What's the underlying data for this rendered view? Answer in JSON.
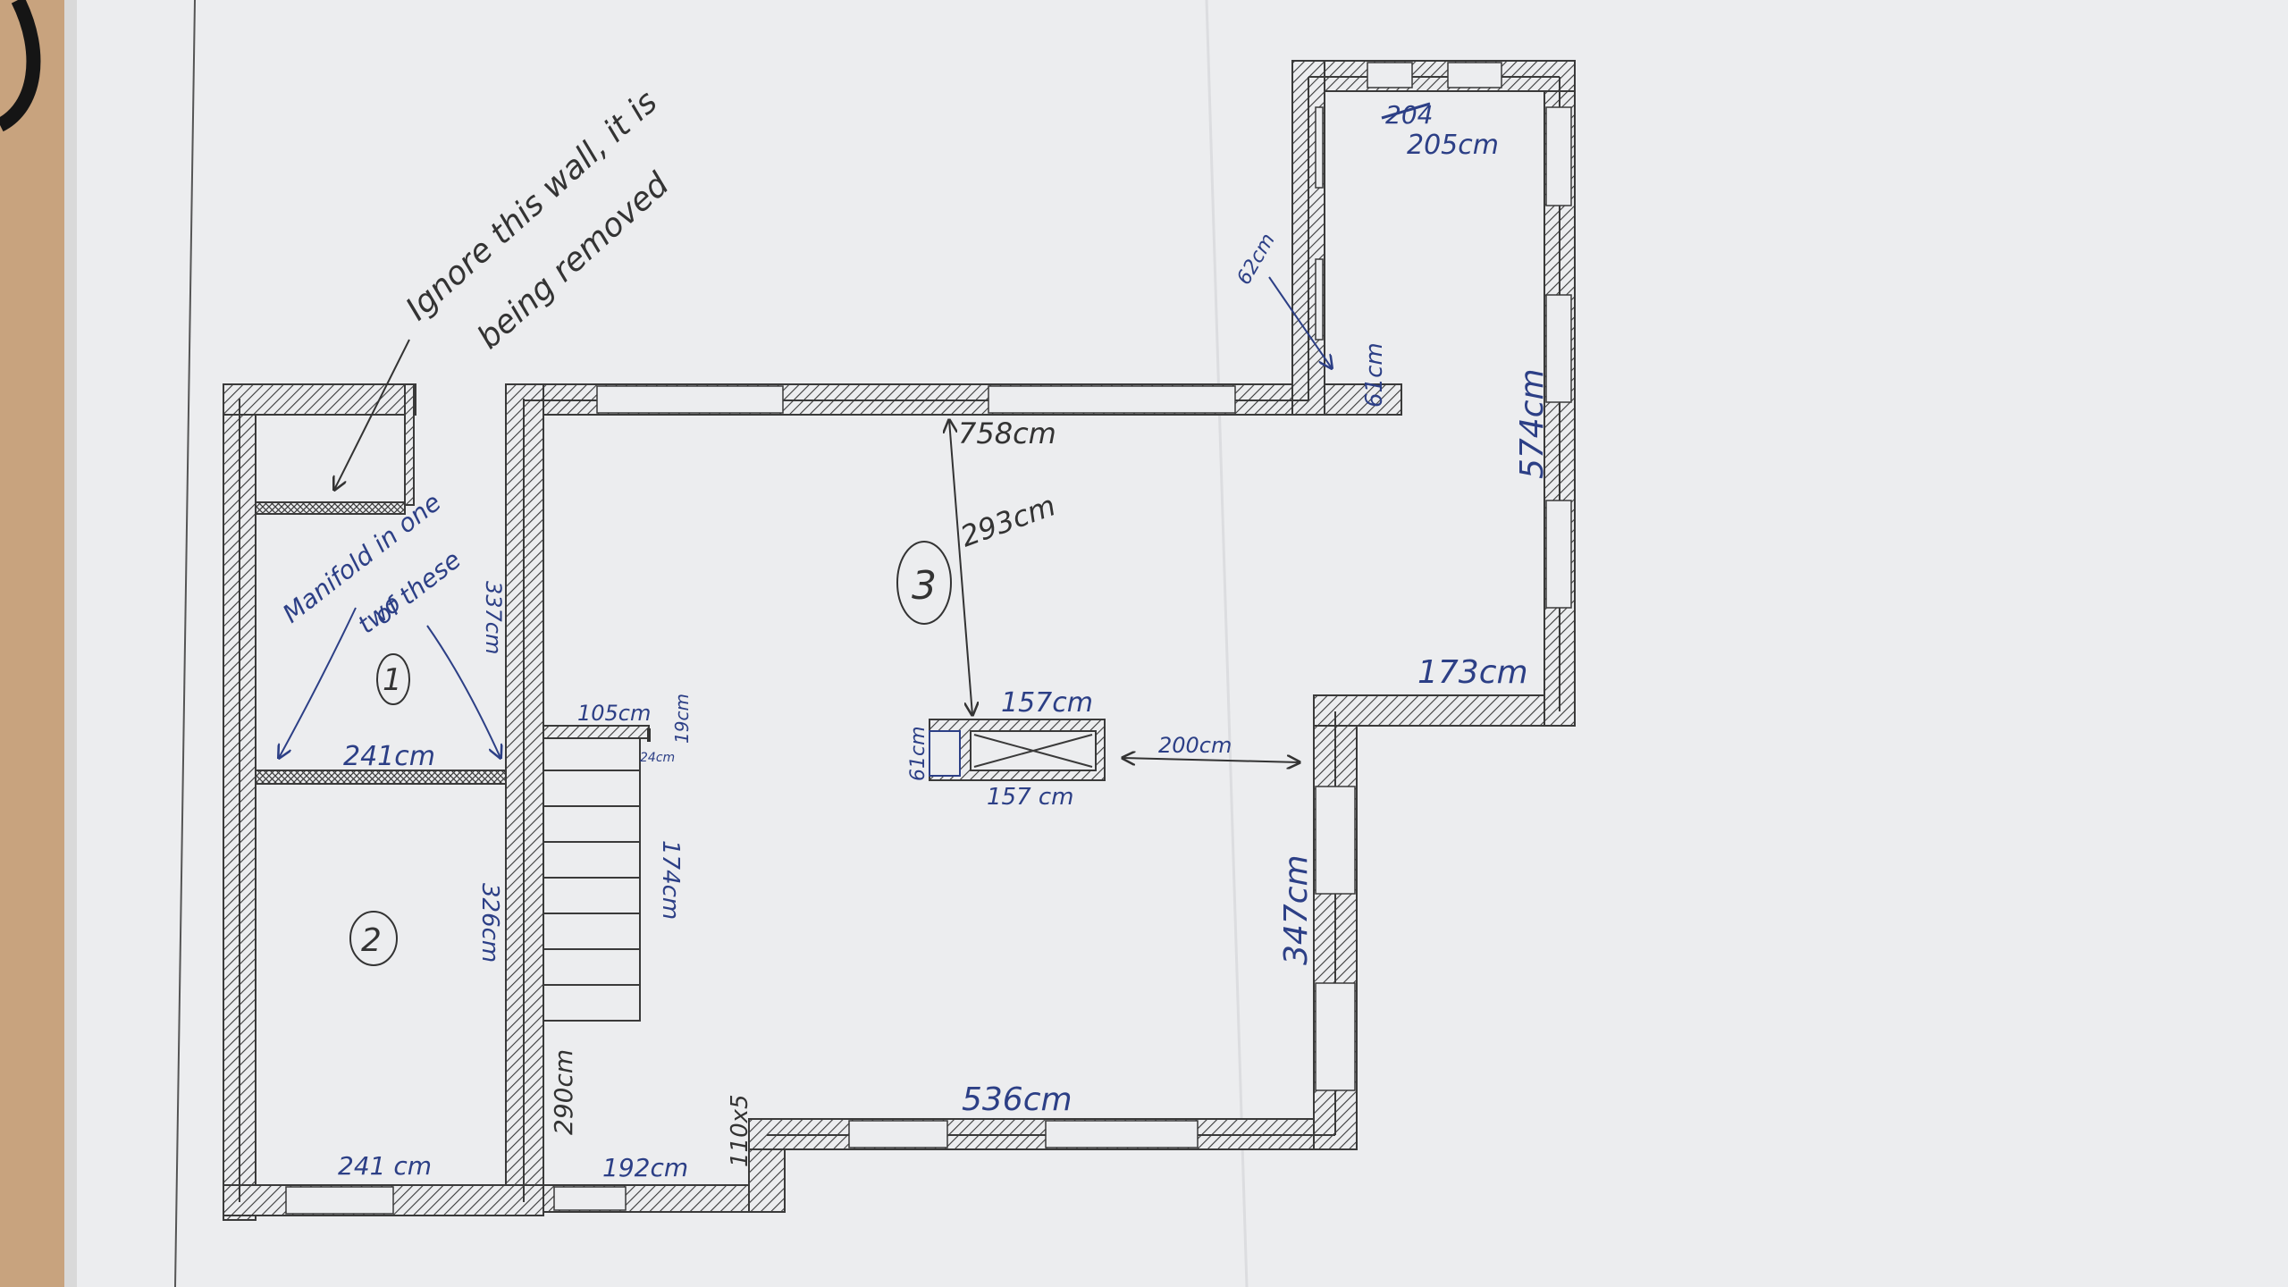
{
  "annotations": {
    "ignore_wall": "Ignore this wall, it is",
    "being_removed": "being removed",
    "manifold_line1": "Manifold in one",
    "manifold_line2": "of these",
    "manifold_line3": "two"
  },
  "rooms": {
    "room1": "1",
    "room2": "2",
    "room3": "3"
  },
  "dimensions": {
    "d758": "758cm",
    "d293": "293cm",
    "d157_top": "157cm",
    "d157_bottom": "157 cm",
    "d61_left": "61cm",
    "d200": "200cm",
    "d105": "105cm",
    "d19": "19cm",
    "d24": "24cm",
    "d241_mid": "241cm",
    "d241_bottom": "241 cm",
    "d337": "337cm",
    "d326": "326cm",
    "d174": "174cm",
    "d290": "290cm",
    "d192": "192cm",
    "d110": "110x5",
    "d536": "536cm",
    "d347": "347cm",
    "d173": "173cm",
    "d574": "574cm",
    "d62": "62cm",
    "d61_right": "61cm",
    "d205": "205cm",
    "d204_crossed": "204"
  },
  "colors": {
    "background": "#c8a37e",
    "paper": "#ecedef",
    "wall": "#3a3a3a",
    "ink": "#2c3f86"
  }
}
